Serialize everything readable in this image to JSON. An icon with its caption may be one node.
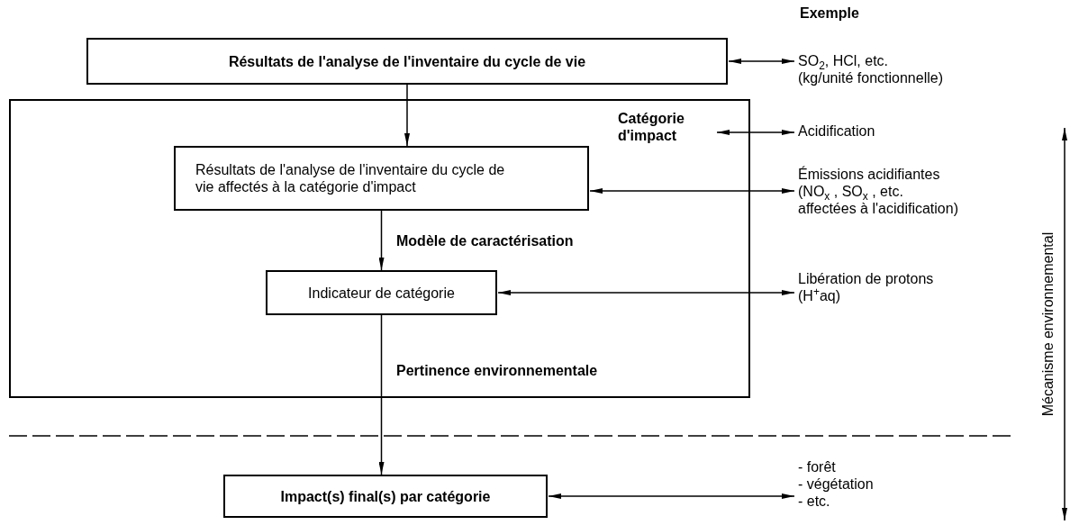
{
  "diagram": {
    "nodes": [
      {
        "text": [
          "Résultats de l'analyse de l'inventaire du cycle de vie"
        ]
      },
      {
        "text": [],
        "shape": "box"
      },
      {
        "text": [
          "Catégorie d'impact"
        ],
        "in": 1
      },
      {
        "text": [
          "Résultats de l'analyse de l'inventaire du cycle de vie affectés à la catégorie d'impact"
        ],
        "in": 1
      },
      {
        "text": [
          "Indicateur de catégorie"
        ],
        "in": 1
      },
      {
        "text": [
          "Impact(s) final(s) par catégorie"
        ]
      },
      {
        "text": [
          "SO$_{2}$, HCl, etc. (kg/unité fonctionnelle)"
        ]
      },
      {
        "text": [
          "Acidification"
        ]
      },
      {
        "text": [
          "Émissions acidifiantes (NO$_{x}$ , SO$_{x}$ , etc. affectées à l'acidification)"
        ]
      },
      {
        "text": [
          "Libération de protons (H$^{+}$aq)"
        ]
      },
      {
        "text": [
          "- forêt",
          "- végétation",
          "- etc."
        ]
      }
    ],
    "edges": [
      {
        "from": 0,
        "to": 3,
        "arrow": "to"
      },
      {
        "from": 3,
        "to": 4,
        "arrow": "to"
      },
      {
        "from": 4,
        "to": 5,
        "arrow": "to"
      },
      {
        "from": 0,
        "to": 6,
        "arrow": "both"
      },
      {
        "from": 2,
        "to": 7,
        "arrow": "both"
      },
      {
        "from": 3,
        "to": 8,
        "arrow": "both"
      },
      {
        "from": 4,
        "to": 9,
        "arrow": "both"
      },
      {
        "from": 5,
        "to": 10,
        "arrow": "both"
      }
    ],
    "labels": [
      "Exemple",
      "Modèle de caractérisation",
      "Pertinence environnementale",
      "Mécanisme environnemental"
    ]
  }
}
